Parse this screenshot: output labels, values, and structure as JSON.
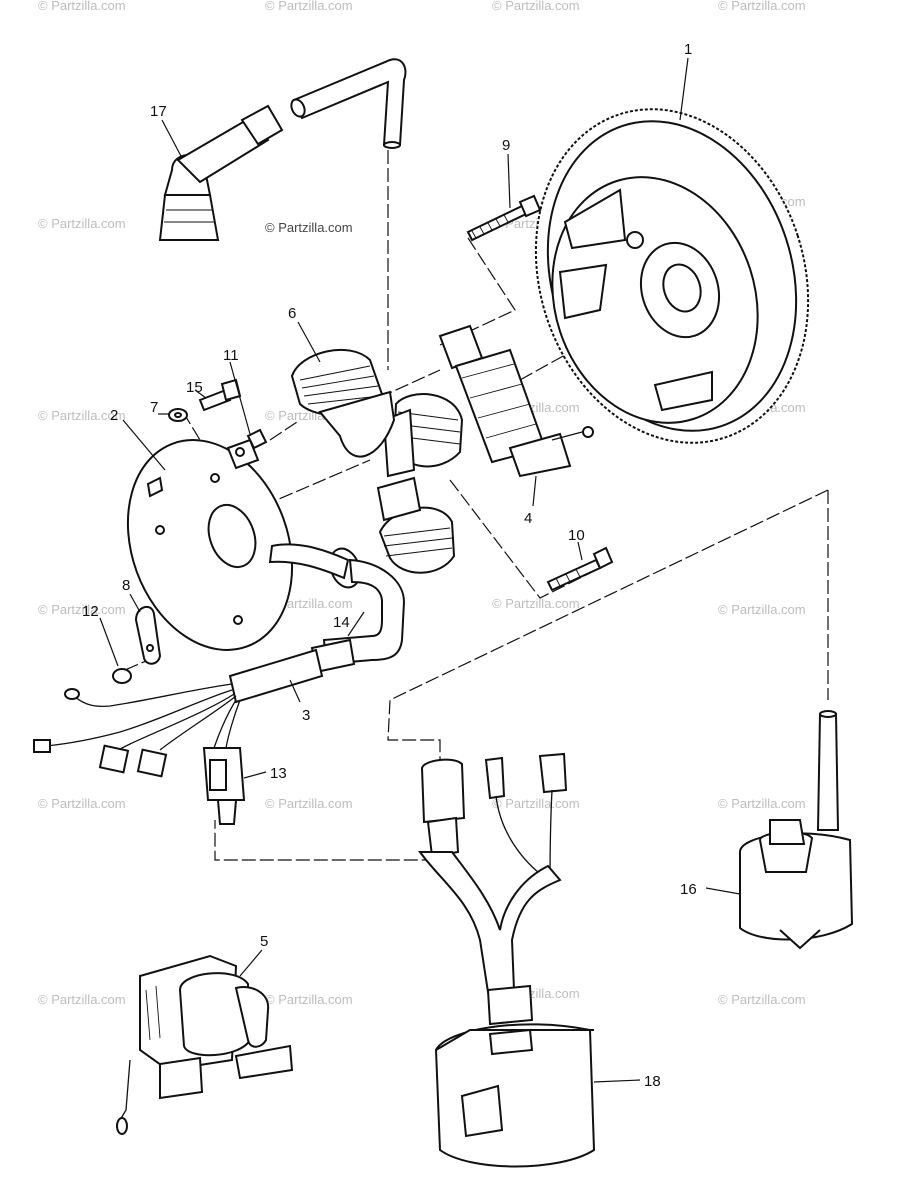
{
  "watermark": "© Partzilla.com",
  "center_watermark": "© Partzilla.com",
  "callouts": [
    "1",
    "2",
    "3",
    "4",
    "5",
    "6",
    "7",
    "8",
    "9",
    "10",
    "11",
    "12",
    "13",
    "14",
    "15",
    "16",
    "17",
    "18"
  ]
}
